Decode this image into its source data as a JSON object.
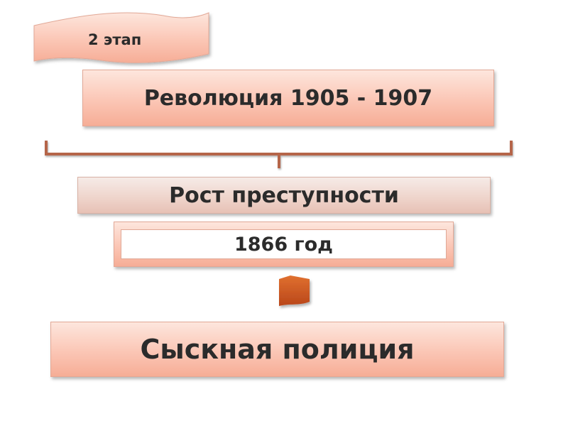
{
  "stage": {
    "label": "2 этап"
  },
  "boxes": {
    "revolution": "Революция 1905 - 1907",
    "crime_growth": "Рост преступности",
    "year": "1866 год",
    "detective_police": "Сыскная полиция"
  },
  "colors": {
    "peach_fill": "#fbc6b5",
    "peach_border": "#e2a896",
    "bracket": "#b5654a",
    "arrow": "#c8521c",
    "grey_pink_fill": "#eed3ca"
  }
}
